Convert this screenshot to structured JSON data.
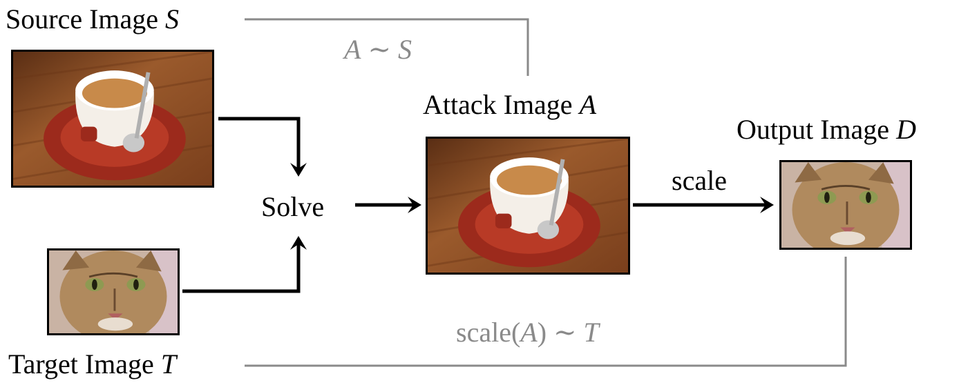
{
  "labels": {
    "source": {
      "text": "Source Image ",
      "var": "S"
    },
    "target": {
      "text": "Target Image ",
      "var": "T"
    },
    "attack": {
      "text": "Attack Image ",
      "var": "A"
    },
    "output": {
      "text": "Output Image ",
      "var": "D"
    },
    "solve": "Solve",
    "scale": "scale",
    "sim_source": {
      "left": "A",
      "op": " ∼ ",
      "right": "S"
    },
    "sim_target": {
      "prefix": "scale(",
      "var": "A",
      "suffix": ") ∼ ",
      "right": "T"
    }
  },
  "images": {
    "source": "coffee-cup-photo",
    "attack": "coffee-cup-photo",
    "target": "cat-face-photo",
    "output": "cat-face-photo"
  },
  "colors": {
    "arrow": "#000000",
    "connector": "#8a8a8a",
    "wood": "#8a4a22",
    "saucer": "#9c2a1c",
    "cup": "#f4efe8",
    "coffee": "#c88a4a",
    "cat_fur": "#b08a5e",
    "cat_eye": "#8e9a52"
  }
}
